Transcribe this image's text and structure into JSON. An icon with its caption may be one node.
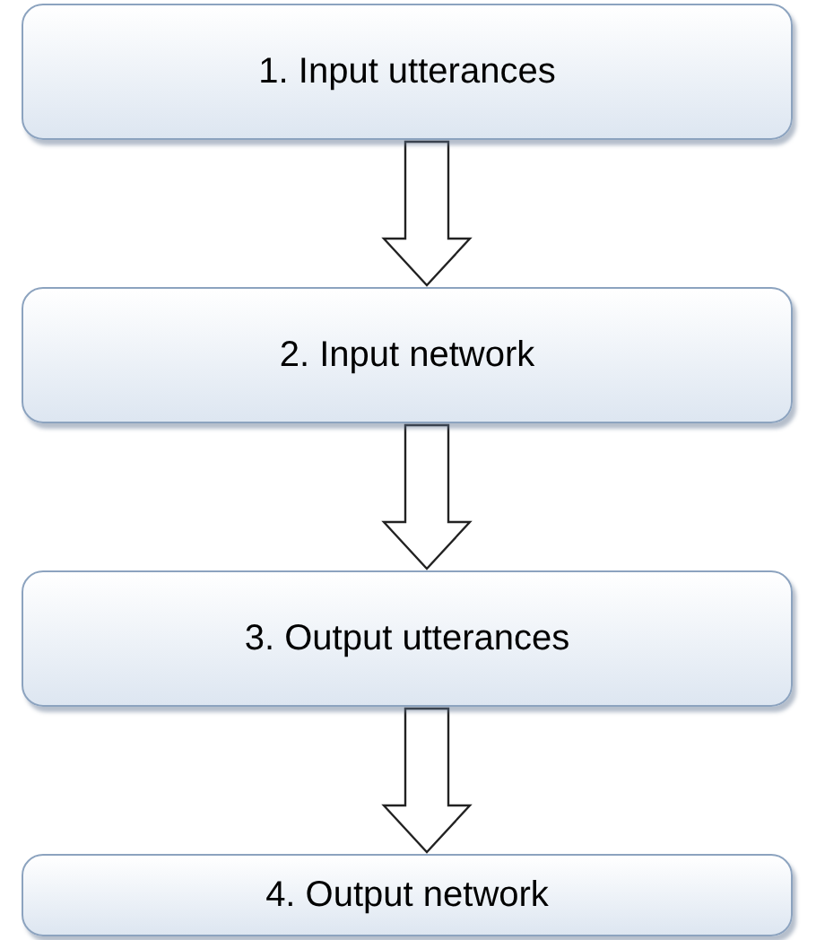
{
  "diagram": {
    "nodes": [
      {
        "text": [
          "1. Input utterances"
        ]
      },
      {
        "text": [
          "2. Input network"
        ]
      },
      {
        "text": [
          "3. Output utterances"
        ]
      },
      {
        "text": [
          "4. Output network"
        ]
      }
    ],
    "edges": [
      {
        "from": 0,
        "to": 1,
        "arrow": "to"
      },
      {
        "from": 1,
        "to": 2,
        "arrow": "to"
      },
      {
        "from": 2,
        "to": 3,
        "arrow": "to"
      }
    ]
  }
}
